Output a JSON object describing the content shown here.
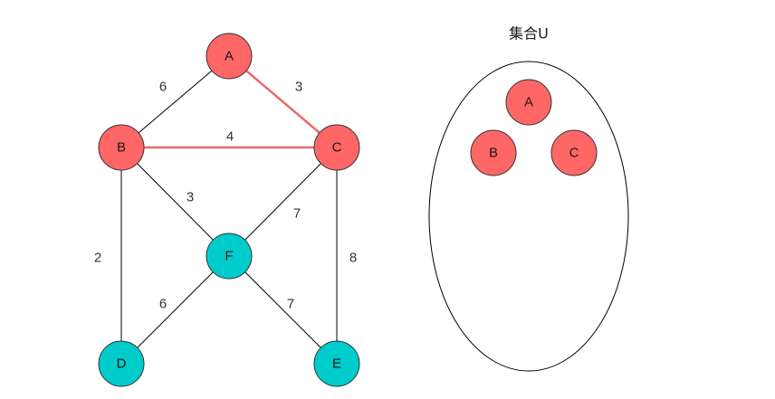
{
  "graph": {
    "nodes": {
      "A": "A",
      "B": "B",
      "C": "C",
      "D": "D",
      "E": "E",
      "F": "F"
    },
    "weights": {
      "AB": "6",
      "AC": "3",
      "BC": "4",
      "BF": "3",
      "BD": "2",
      "CF": "7",
      "CE": "8",
      "FD": "6",
      "FE": "7"
    }
  },
  "set_u": {
    "title": "集合U",
    "members": {
      "A": "A",
      "B": "B",
      "C": "C"
    }
  },
  "colors": {
    "selected_node": "#ff6666",
    "unselected_node": "#00cccc",
    "selected_edge": "#ea6b66",
    "edge": "#000000"
  }
}
